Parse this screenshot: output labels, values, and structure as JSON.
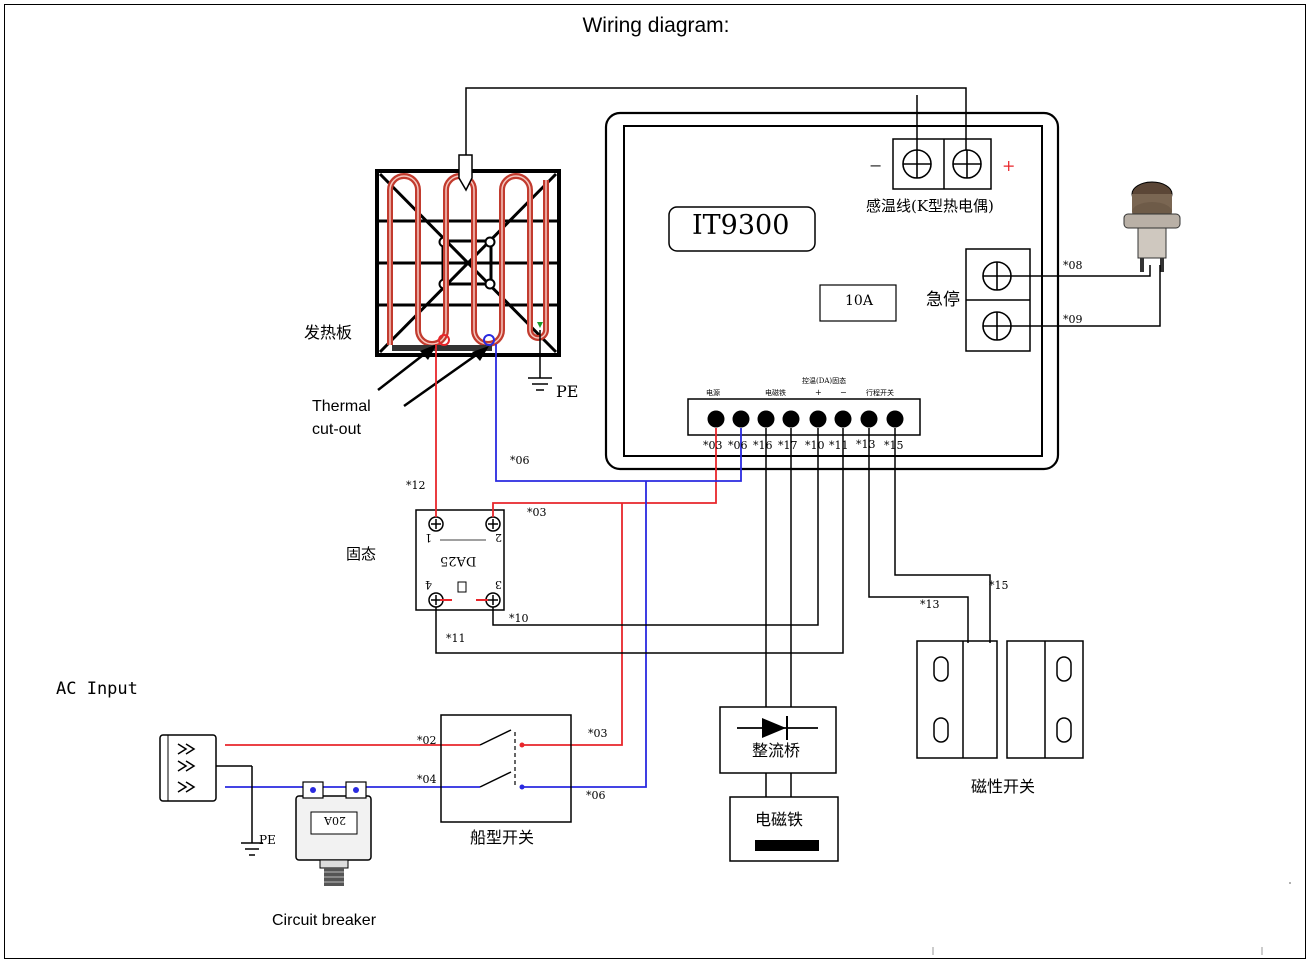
{
  "title": "Wiring diagram:",
  "controller": {
    "model": "IT9300",
    "current": "10A",
    "sensor_label": "感温线(K型热电偶)",
    "minus": "−",
    "plus": "+",
    "estop_label": "急停",
    "terminal_group_labels": [
      "电源",
      "电磁铁",
      "控温(DA)固态",
      "行程开关"
    ],
    "terminal_polarity": [
      "+",
      "−"
    ],
    "terminal_numbers": [
      "*03",
      "*06",
      "*16",
      "*17",
      "*10",
      "*11",
      "*13",
      "*15"
    ]
  },
  "heater": {
    "label": "发热板",
    "pe_label": "PE",
    "thermal_label_line1": "Thermal",
    "thermal_label_line2": "cut-out"
  },
  "ssr": {
    "label": "固态",
    "model": "DA25",
    "pin1": "1",
    "pin2": "2",
    "pin3": "3",
    "pin4": "4"
  },
  "wires": {
    "w12": "*12",
    "w03a": "*03",
    "w06a": "*06",
    "w10": "*10",
    "w11": "*11",
    "w08": "*08",
    "w09": "*09",
    "w02": "*02",
    "w04": "*04",
    "w03b": "*03",
    "w06b": "*06",
    "w13": "*13",
    "w15": "*15"
  },
  "ac_input": {
    "label": "AC Input",
    "pe_label": "PE"
  },
  "breaker": {
    "label": "Circuit breaker",
    "rating": "20A"
  },
  "boat_switch": {
    "label": "船型开关"
  },
  "rectifier": {
    "label": "整流桥"
  },
  "electromagnet": {
    "label": "电磁铁"
  },
  "magnetic_switch": {
    "label": "磁性开关"
  },
  "colors": {
    "live": "#e8262b",
    "neutral": "#2a2ae0",
    "wire": "#000000",
    "element": "#c23b2e"
  }
}
